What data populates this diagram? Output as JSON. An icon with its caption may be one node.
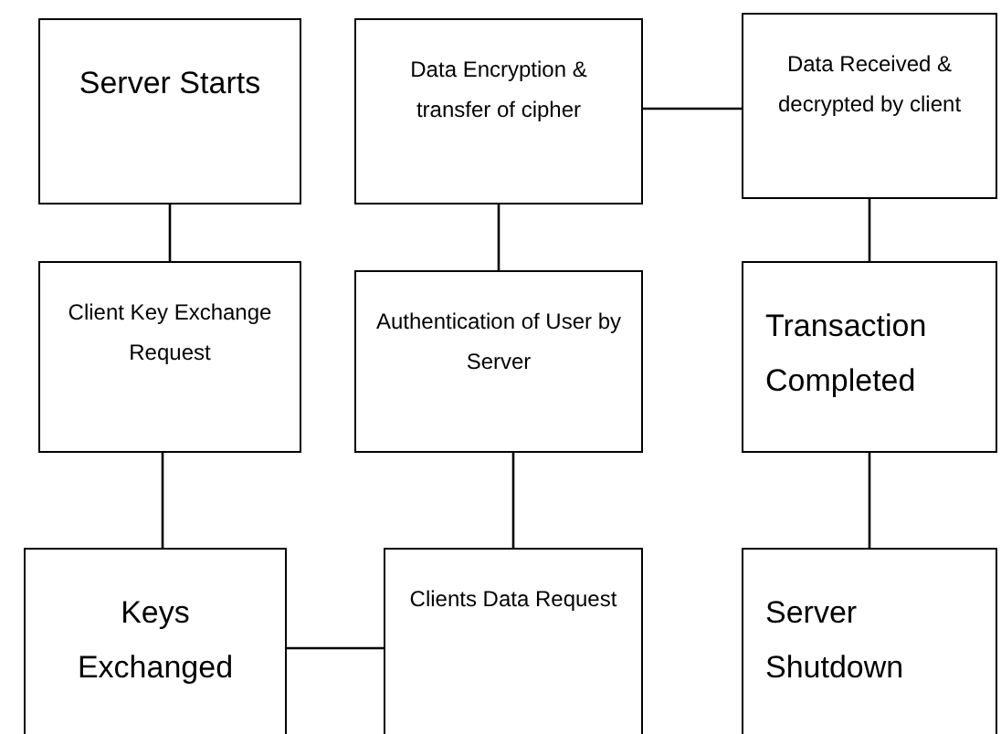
{
  "diagram": {
    "nodes": [
      {
        "text": [
          "Server Starts"
        ]
      },
      {
        "text": [
          "Data Encryption & transfer of cipher"
        ]
      },
      {
        "text": [
          "Data Received & decrypted by client"
        ]
      },
      {
        "text": [
          "Client Key Exchange Request"
        ]
      },
      {
        "text": [
          "Authentication of User by Server"
        ]
      },
      {
        "text": [
          "Transaction Completed"
        ]
      },
      {
        "text": [
          "Keys Exchanged"
        ]
      },
      {
        "text": [
          "Clients Data Request"
        ]
      },
      {
        "text": [
          "Server Shutdown"
        ]
      }
    ],
    "edges": [
      {
        "from": 0,
        "to": 3,
        "arrow": "none"
      },
      {
        "from": 3,
        "to": 6,
        "arrow": "none"
      },
      {
        "from": 6,
        "to": 7,
        "arrow": "none"
      },
      {
        "from": 7,
        "to": 4,
        "arrow": "none"
      },
      {
        "from": 4,
        "to": 1,
        "arrow": "none"
      },
      {
        "from": 1,
        "to": 2,
        "arrow": "none"
      },
      {
        "from": 2,
        "to": 5,
        "arrow": "none"
      },
      {
        "from": 5,
        "to": 8,
        "arrow": "none"
      }
    ]
  }
}
